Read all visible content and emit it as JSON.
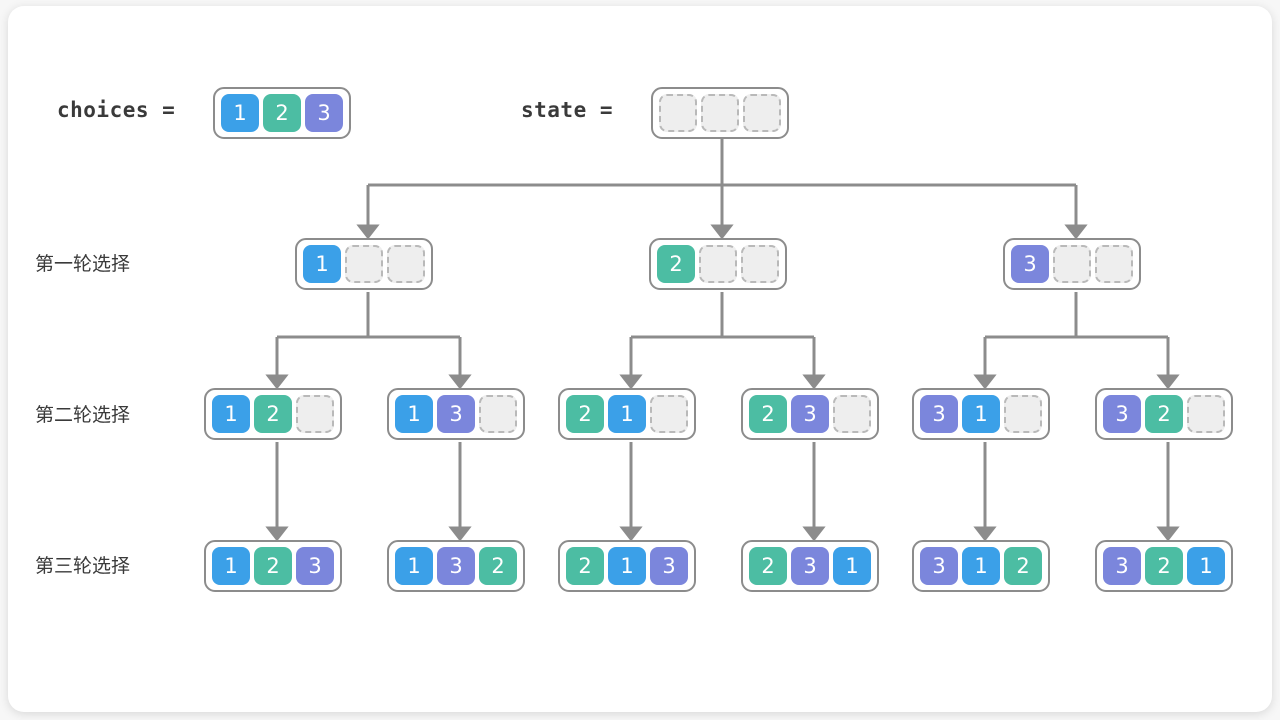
{
  "page": {
    "background": "#f7f7f7",
    "card_background": "#ffffff"
  },
  "colors": {
    "value_1": "#3ba0e8",
    "value_2": "#4cbda3",
    "value_3": "#7b86dc",
    "empty_fill": "#eeeeee",
    "empty_border": "#b9b9b9",
    "array_border": "#8c8c8c",
    "connector": "#8c8c8c",
    "text": "#3a3a3a"
  },
  "header": {
    "choices_label": "choices =",
    "choices_values": [
      "1",
      "2",
      "3"
    ],
    "state_label": "state =",
    "state_values": [
      "",
      "",
      ""
    ]
  },
  "rows": [
    {
      "label": "第一轮选择"
    },
    {
      "label": "第二轮选择"
    },
    {
      "label": "第三轮选择"
    }
  ],
  "round1": [
    {
      "values": [
        "1",
        "",
        ""
      ]
    },
    {
      "values": [
        "2",
        "",
        ""
      ]
    },
    {
      "values": [
        "3",
        "",
        ""
      ]
    }
  ],
  "round2": [
    {
      "values": [
        "1",
        "2",
        ""
      ]
    },
    {
      "values": [
        "1",
        "3",
        ""
      ]
    },
    {
      "values": [
        "2",
        "1",
        ""
      ]
    },
    {
      "values": [
        "2",
        "3",
        ""
      ]
    },
    {
      "values": [
        "3",
        "1",
        ""
      ]
    },
    {
      "values": [
        "3",
        "2",
        ""
      ]
    }
  ],
  "round3": [
    {
      "values": [
        "1",
        "2",
        "3"
      ]
    },
    {
      "values": [
        "1",
        "3",
        "2"
      ]
    },
    {
      "values": [
        "2",
        "1",
        "3"
      ]
    },
    {
      "values": [
        "2",
        "3",
        "1"
      ]
    },
    {
      "values": [
        "3",
        "1",
        "2"
      ]
    },
    {
      "values": [
        "3",
        "2",
        "1"
      ]
    }
  ]
}
